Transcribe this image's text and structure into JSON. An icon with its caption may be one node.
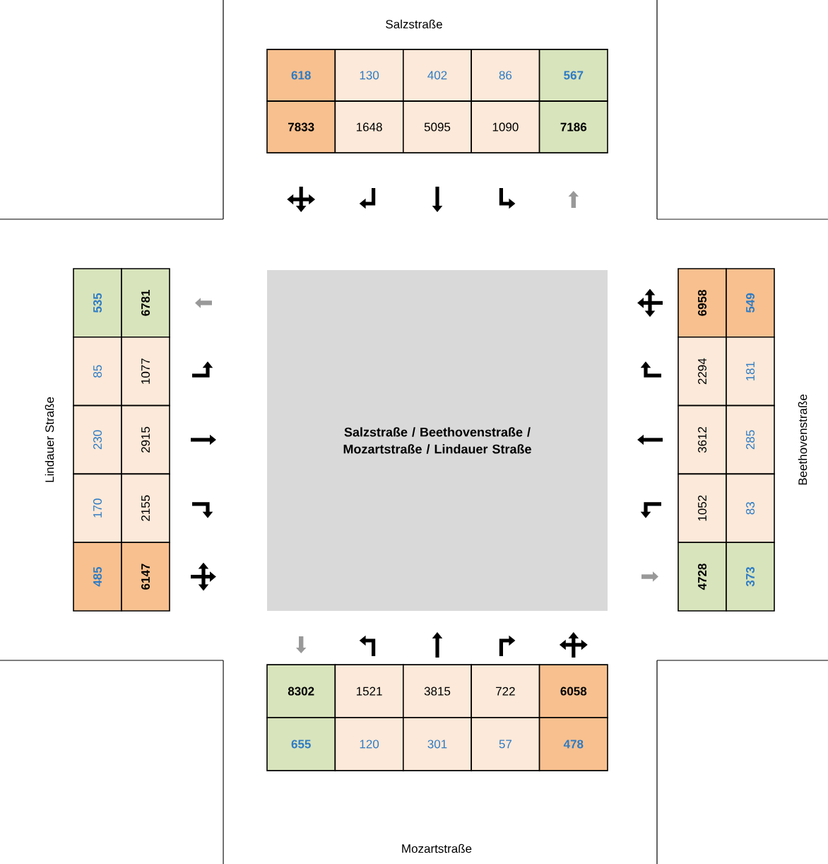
{
  "diagram": {
    "nodes": [
      {
        "text": [
          "Salzstraße / Beethovenstraße / Mozartstraße / Lindauer Straße"
        ]
      }
    ],
    "labels": [
      "Salzstraße",
      "618",
      "130",
      "402",
      "86",
      "567",
      "7833",
      "1648",
      "5095",
      "1090",
      "7186",
      "Lindauer Straße",
      "535",
      "85",
      "230",
      "170",
      "485",
      "6781",
      "1077",
      "2915",
      "2155",
      "6147",
      "6958",
      "2294",
      "3612",
      "1052",
      "4728",
      "549",
      "181",
      "285",
      "83",
      "373",
      "Beethovenstraße",
      "8302",
      "1521",
      "3815",
      "722",
      "6058",
      "655",
      "120",
      "301",
      "57",
      "478",
      "Mozartstraße"
    ]
  }
}
